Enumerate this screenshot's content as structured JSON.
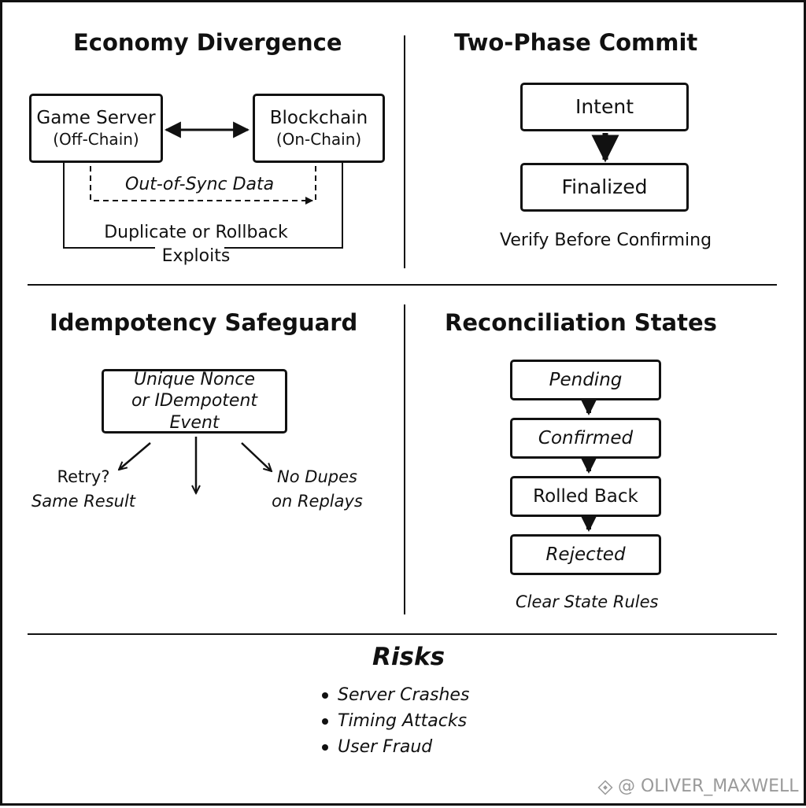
{
  "economy": {
    "title": "Economy Divergence",
    "game_server": {
      "line1": "Game Server",
      "line2": "(Off-Chain)"
    },
    "blockchain": {
      "line1": "Blockchain",
      "line2": "(On-Chain)"
    },
    "out_of_sync": "Out-of-Sync Data",
    "exploits_line1": "Duplicate or Rollback",
    "exploits_line2": "Exploits"
  },
  "two_phase": {
    "title": "Two-Phase Commit",
    "intent": "Intent",
    "finalized": "Finalized",
    "caption": "Verify Before Confirming"
  },
  "idempotency": {
    "title": "Idempotency Safeguard",
    "box_line1": "Unique Nonce",
    "box_line2": "or IDempotent Event",
    "retry_line1": "Retry?",
    "retry_line2": "Same Result",
    "nodupes_line1": "No Dupes",
    "nodupes_line2": "on Replays"
  },
  "reconciliation": {
    "title": "Reconciliation States",
    "states": [
      "Pending",
      "Confirmed",
      "Rolled Back",
      "Rejected"
    ],
    "caption": "Clear State Rules"
  },
  "risks": {
    "title": "Risks",
    "items": [
      "Server Crashes",
      "Timing Attacks",
      "User Fraud"
    ]
  },
  "watermark": "@ OLIVER_MAXWELL"
}
